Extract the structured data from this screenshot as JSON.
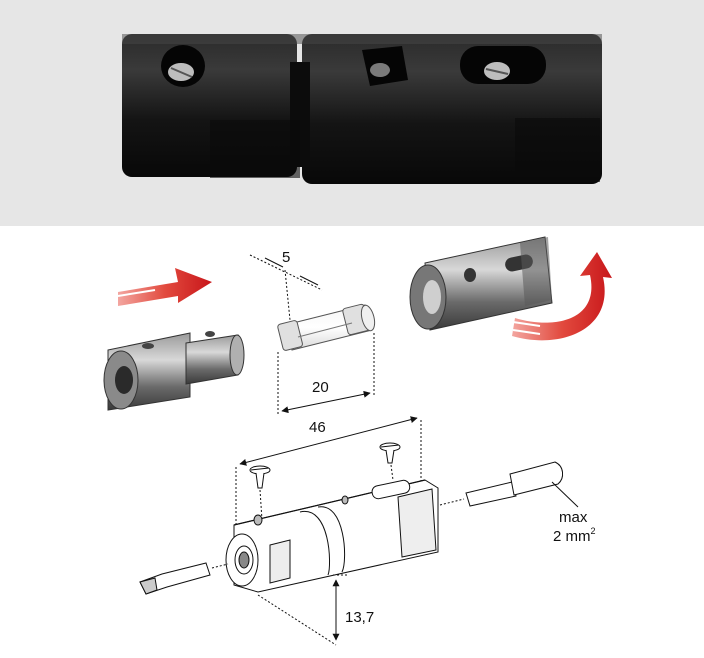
{
  "dimensions": {
    "fuse_diameter": "5",
    "fuse_length": "20",
    "overall_length": "46",
    "body_height": "13,7",
    "wire_max_line1": "max",
    "wire_max_line2": "2 mm",
    "wire_max_sup": "2"
  },
  "colors": {
    "photo_background": "#e6e6e6",
    "body_plastic": "#1a1a1a",
    "arrow_red": "#d6201f"
  }
}
